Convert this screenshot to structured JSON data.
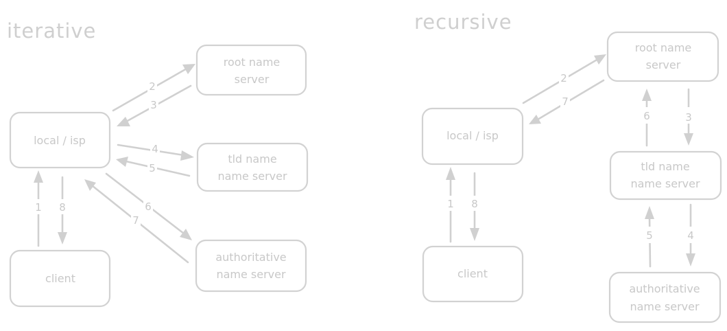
{
  "colors": {
    "stroke": "#d2d2d2",
    "text": "#c8c8c8",
    "background": "#ffffff"
  },
  "diagrams": [
    {
      "id": "iterative",
      "title": "iterative",
      "nodes": [
        {
          "id": "local",
          "lines": [
            "local / isp"
          ]
        },
        {
          "id": "client",
          "lines": [
            "client"
          ]
        },
        {
          "id": "root",
          "lines": [
            "root name",
            "server"
          ]
        },
        {
          "id": "tld",
          "lines": [
            "tld name",
            "name server"
          ]
        },
        {
          "id": "auth",
          "lines": [
            "authoritative",
            "name server"
          ]
        }
      ],
      "edges": [
        {
          "from": "client",
          "to": "local",
          "label": "1"
        },
        {
          "from": "local",
          "to": "root",
          "label": "2"
        },
        {
          "from": "root",
          "to": "local",
          "label": "3"
        },
        {
          "from": "local",
          "to": "tld",
          "label": "4"
        },
        {
          "from": "tld",
          "to": "local",
          "label": "5"
        },
        {
          "from": "local",
          "to": "auth",
          "label": "6"
        },
        {
          "from": "auth",
          "to": "local",
          "label": "7"
        },
        {
          "from": "local",
          "to": "client",
          "label": "8"
        }
      ]
    },
    {
      "id": "recursive",
      "title": "recursive",
      "nodes": [
        {
          "id": "local",
          "lines": [
            "local / isp"
          ]
        },
        {
          "id": "client",
          "lines": [
            "client"
          ]
        },
        {
          "id": "root",
          "lines": [
            "root name",
            "server"
          ]
        },
        {
          "id": "tld",
          "lines": [
            "tld name",
            "name server"
          ]
        },
        {
          "id": "auth",
          "lines": [
            "authoritative",
            "name server"
          ]
        }
      ],
      "edges": [
        {
          "from": "client",
          "to": "local",
          "label": "1"
        },
        {
          "from": "local",
          "to": "root",
          "label": "2"
        },
        {
          "from": "root",
          "to": "tld",
          "label": "3"
        },
        {
          "from": "tld",
          "to": "auth",
          "label": "4"
        },
        {
          "from": "auth",
          "to": "tld",
          "label": "5"
        },
        {
          "from": "tld",
          "to": "root",
          "label": "6"
        },
        {
          "from": "root",
          "to": "local",
          "label": "7"
        },
        {
          "from": "local",
          "to": "client",
          "label": "8"
        }
      ]
    }
  ]
}
